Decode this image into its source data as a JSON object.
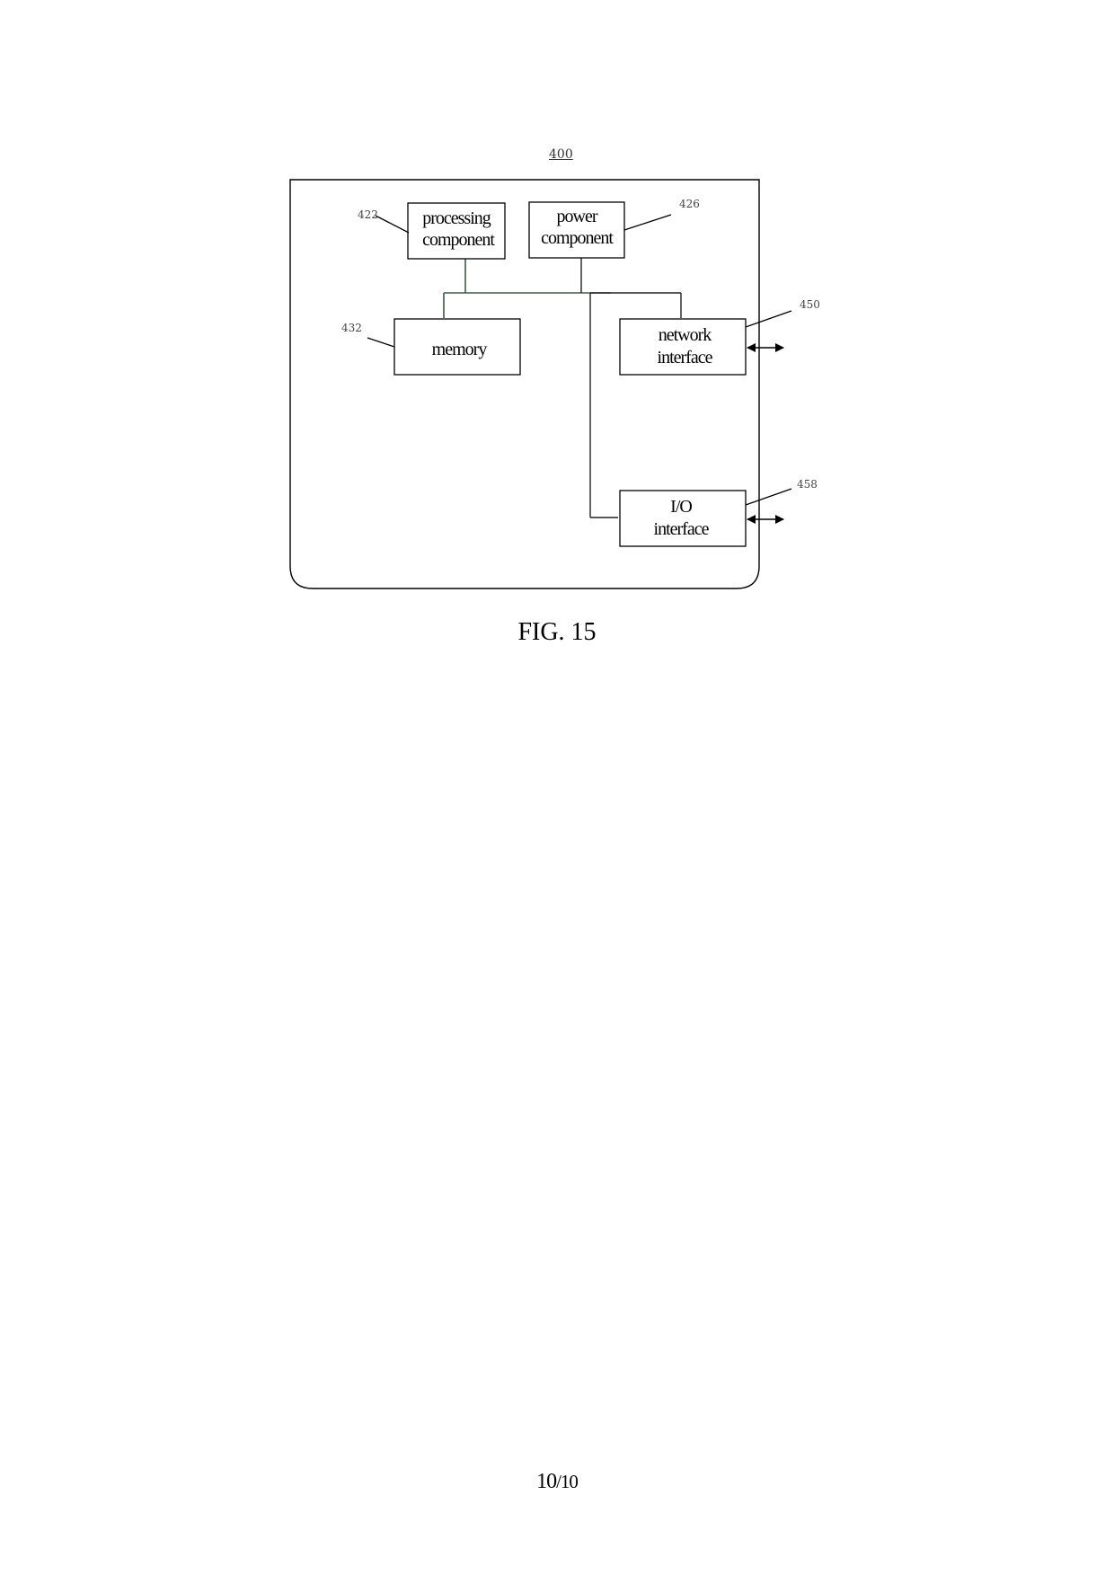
{
  "device": {
    "ref": "400"
  },
  "components": {
    "processing": {
      "ref": "422",
      "line1": "processing",
      "line2": "component"
    },
    "power": {
      "ref": "426",
      "line1": "power",
      "line2": "component"
    },
    "memory": {
      "ref": "432",
      "label": "memory"
    },
    "network": {
      "ref": "450",
      "line1": "network",
      "line2": "interface"
    },
    "io": {
      "ref": "458",
      "line1": "I/O",
      "line2": "interface"
    }
  },
  "colors": {
    "bus": "#3d5c48",
    "line": "#000000"
  },
  "figure": {
    "caption": "FIG. 15"
  },
  "page": {
    "current": "10",
    "separator": "/",
    "total": "10"
  }
}
